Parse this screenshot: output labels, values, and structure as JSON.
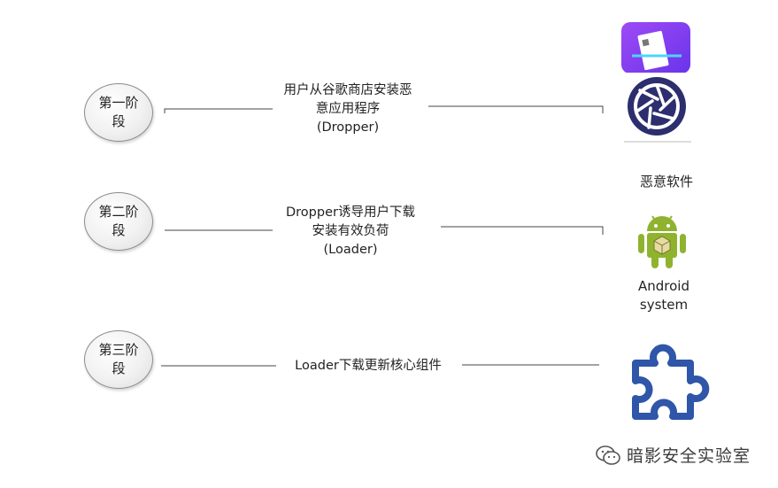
{
  "stages": [
    {
      "label": "第一阶段",
      "description": [
        "用户从谷歌商店安装恶",
        "意应用程序",
        "(Dropper)"
      ]
    },
    {
      "label": "第二阶段",
      "description": [
        "Dropper诱导用户下载",
        "安装有效负荷",
        "(Loader)"
      ]
    },
    {
      "label": "第三阶段",
      "description": [
        "Loader下载更新核心组件"
      ]
    }
  ],
  "icons": {
    "malware_label": "恶意软件",
    "android_label_line1": "Android",
    "android_label_line2": "system",
    "malware_app_icon": "scanner-app-icon",
    "malware_shutter_icon": "camera-shutter-icon",
    "android_icon": "android-robot-icon",
    "component_icon": "puzzle-piece-icon"
  },
  "watermark": {
    "text": "暗影安全实验室",
    "icon": "wechat-icon"
  },
  "colors": {
    "purple": "#7b3ff2",
    "navy": "#2d2e6e",
    "android_green": "#8fb32f",
    "puzzle_blue": "#2f56a8",
    "line": "#444444"
  }
}
